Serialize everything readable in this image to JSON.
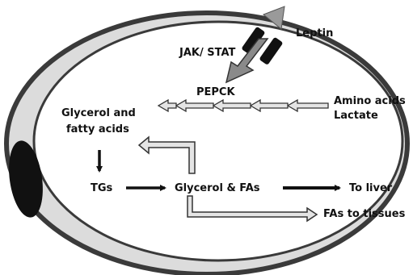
{
  "labels": {
    "leptin": "Leptin",
    "jak_stat": "JAK/ STAT",
    "pepck": "PEPCK",
    "amino_acids": "Amino acids",
    "lactate": "Lactate",
    "glycerol_fatty_acids_line1": "Glycerol and",
    "glycerol_fatty_acids_line2": "fatty acids",
    "tgs": "TGs",
    "glycerol_fas": "Glycerol & FAs",
    "to_liver": "To liver",
    "fas_to_tissues": "FAs to tissues"
  },
  "colors": {
    "cell_outline": "#3a3a3a",
    "cytoplasm": "#dcdcdc",
    "nucleus": "#111111",
    "hollow_arrow_fill": "#e4e4e4",
    "receptor_arrow_fill": "#8a8a8a",
    "ligand_fill": "#9a9a9a",
    "solid_arrow": "#111111"
  }
}
